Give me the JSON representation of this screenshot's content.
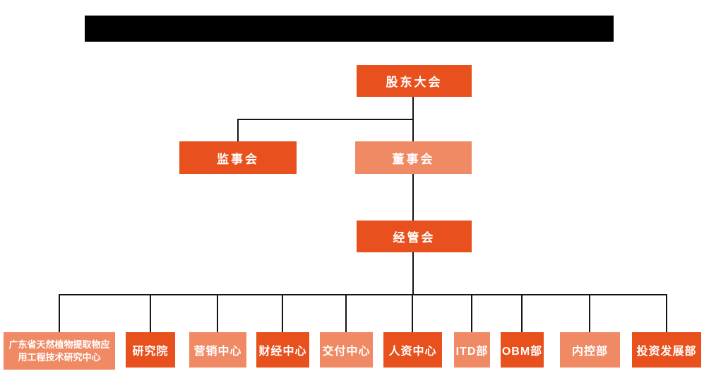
{
  "header": {
    "redacted_title_bar": true
  },
  "colors": {
    "primary": "#E8511D",
    "secondary": "#EF8A65",
    "line": "#151515",
    "node_text": "#FFFFFF",
    "background": "#FFFFFF"
  },
  "org": {
    "nodes": {
      "shareholders": {
        "label": "股东大会",
        "tone": "primary"
      },
      "supervisory": {
        "label": "监事会",
        "tone": "primary"
      },
      "board": {
        "label": "董事会",
        "tone": "secondary"
      },
      "management": {
        "label": "经管会",
        "tone": "primary"
      }
    },
    "departments": [
      {
        "label": "广东省天然植物提取物应用工程技术研究中心",
        "tone": "secondary"
      },
      {
        "label": "研究院",
        "tone": "primary"
      },
      {
        "label": "营销中心",
        "tone": "secondary"
      },
      {
        "label": "财经中心",
        "tone": "primary"
      },
      {
        "label": "交付中心",
        "tone": "secondary"
      },
      {
        "label": "人资中心",
        "tone": "primary"
      },
      {
        "label": "ITD部",
        "tone": "secondary"
      },
      {
        "label": "OBM部",
        "tone": "primary"
      },
      {
        "label": "内控部",
        "tone": "secondary"
      },
      {
        "label": "投资发展部",
        "tone": "primary"
      }
    ]
  }
}
